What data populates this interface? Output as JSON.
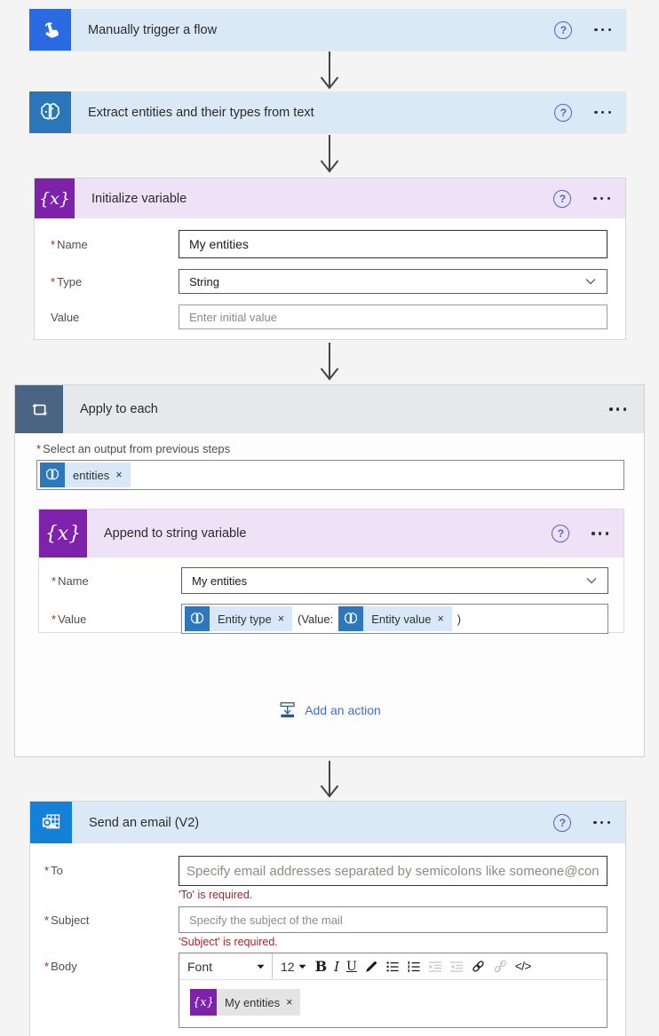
{
  "common": {
    "required": "*",
    "dismiss": "×",
    "help": "?",
    "var_glyph": "{x}"
  },
  "trigger_card": {
    "title": "Manually trigger a flow"
  },
  "extract_card": {
    "title": "Extract entities and their types from text"
  },
  "init_card": {
    "title": "Initialize variable",
    "name_label": "Name",
    "name_value": "My entities",
    "type_label": "Type",
    "type_value": "String",
    "value_label": "Value",
    "value_placeholder": "Enter initial value"
  },
  "apply_card": {
    "title": "Apply to each",
    "output_label": "Select an output from previous steps",
    "token_entities": "entities",
    "add_action_label": "Add an action"
  },
  "append_card": {
    "title": "Append to string variable",
    "name_label": "Name",
    "name_value": "My entities",
    "value_label": "Value",
    "token_entity_type": "Entity type",
    "value_infix": "(Value:",
    "token_entity_value": "Entity value",
    "value_suffix": ")"
  },
  "email_card": {
    "title": "Send an email (V2)",
    "to_label": "To",
    "to_placeholder": "Specify email addresses separated by semicolons like someone@con",
    "to_error": "'To' is required.",
    "subject_label": "Subject",
    "subject_placeholder": "Specify the subject of the mail",
    "subject_error": "'Subject' is required.",
    "body_label": "Body",
    "body_token": "My entities",
    "toolbar": {
      "font": "Font",
      "size": "12",
      "bold": "B",
      "italic": "I",
      "underline": "U",
      "code": "</>"
    }
  },
  "colors": {
    "trigger_icon": "#2a6ae3",
    "extract_icon": "#2b76bb",
    "variable_icon": "#7f22ab",
    "apply_icon": "#4a6584",
    "outlook_icon": "#1381d8",
    "blue_header": "#dbe9f6",
    "purple_header": "#efe1f6",
    "gray_header": "#e6e8ec",
    "token_bg": "#d9e8f8",
    "error": "#a4262c",
    "link_blue": "#3e6fd8"
  }
}
